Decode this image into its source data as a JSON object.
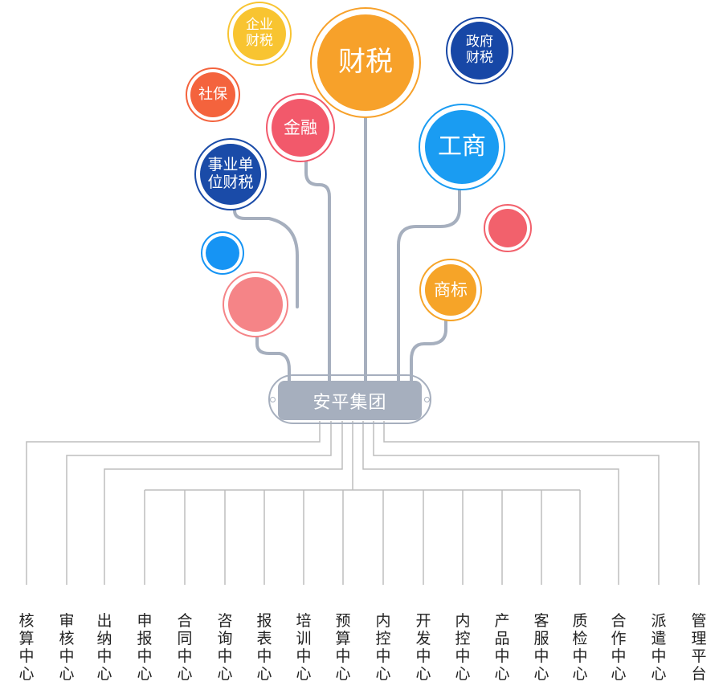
{
  "hub": {
    "label": "安平集团"
  },
  "bubbles": [
    {
      "id": "caishui",
      "label": "财税",
      "fill": "#f7a12a",
      "ring": "#f7a12a"
    },
    {
      "id": "gongshang",
      "label": "工商",
      "fill": "#1a9cf2",
      "ring": "#1a9cf2"
    },
    {
      "id": "qiye",
      "label": "企业\n财税",
      "fill": "#f8c431",
      "ring": "#f8c431"
    },
    {
      "id": "zhengfu",
      "label": "政府\n财税",
      "fill": "#1747a6",
      "ring": "#1747a6"
    },
    {
      "id": "shebao",
      "label": "社保",
      "fill": "#f4633d",
      "ring": "#f4633d"
    },
    {
      "id": "jinrong",
      "label": "金融",
      "fill": "#f2596b",
      "ring": "#f2596b"
    },
    {
      "id": "shiye",
      "label": "事业单\n位财税",
      "fill": "#1a4ba8",
      "ring": "#1a4ba8"
    },
    {
      "id": "shangbiao",
      "label": "商标",
      "fill": "#f6a428",
      "ring": "#f6a428"
    },
    {
      "id": "blank-red",
      "label": "",
      "fill": "#f2616c",
      "ring": "#f2616c"
    },
    {
      "id": "blank-blue",
      "label": "",
      "fill": "#1694f4",
      "ring": "#1694f4"
    },
    {
      "id": "blank-pink",
      "label": "",
      "fill": "#f58487",
      "ring": "#f58487"
    }
  ],
  "departments": [
    "核算中心",
    "审核中心",
    "出纳中心",
    "申报中心",
    "合同中心",
    "咨询中心",
    "报表中心",
    "培训中心",
    "预算中心",
    "内控中心",
    "开发中心",
    "内控中心",
    "产品中心",
    "客服中心",
    "质检中心",
    "合作中心",
    "派遣中心",
    "管理平台"
  ],
  "colors": {
    "connector": "#a6afbe",
    "tree_line": "#b9b9b9",
    "text": "#222222"
  }
}
